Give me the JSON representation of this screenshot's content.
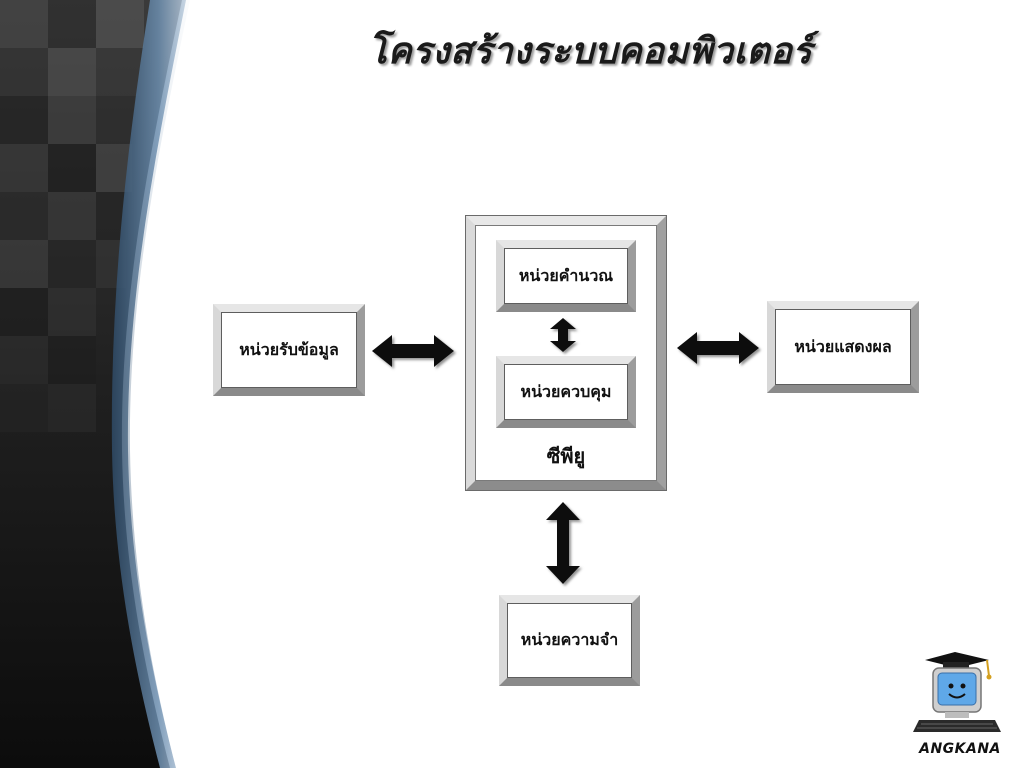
{
  "slide": {
    "title": "โครงสร้างระบบคอมพิวเตอร์"
  },
  "diagram": {
    "input_unit": "หน่วยรับข้อมูล",
    "output_unit": "หน่วยแสดงผล",
    "alu_unit": "หน่วยคำนวณ",
    "control_unit": "หน่วยควบคุม",
    "cpu_label": "ซีพียู",
    "memory_unit": "หน่วยความจำ"
  },
  "logo": {
    "name": "ANGKANA"
  },
  "colors": {
    "dark_panel": "#1c1c1c",
    "accent_blue": "#4a6a8a",
    "arrow": "#111111"
  }
}
